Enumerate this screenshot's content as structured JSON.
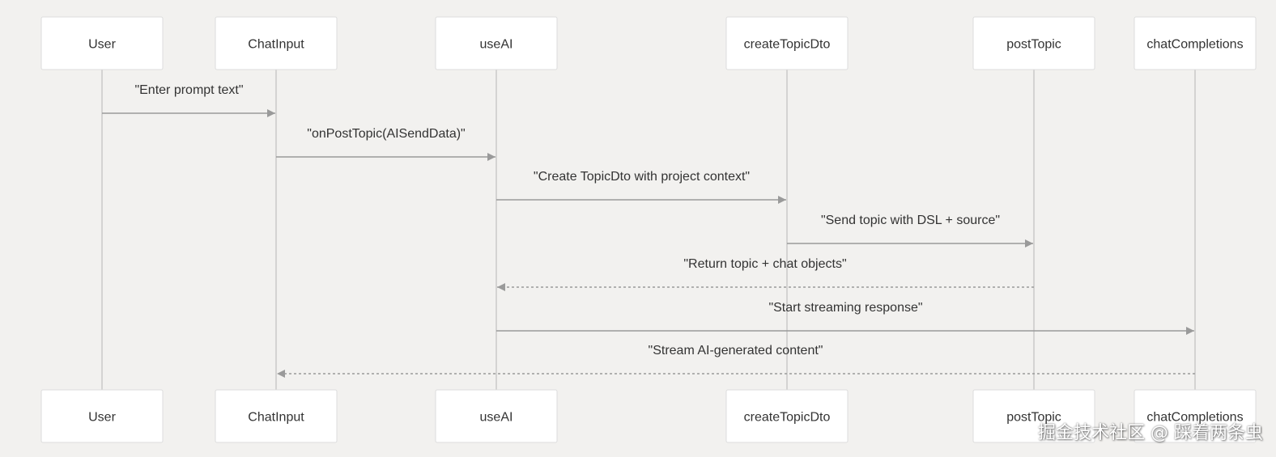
{
  "participants": [
    {
      "id": "user",
      "label": "User"
    },
    {
      "id": "chatInput",
      "label": "ChatInput"
    },
    {
      "id": "useAI",
      "label": "useAI"
    },
    {
      "id": "createTopicDto",
      "label": "createTopicDto"
    },
    {
      "id": "postTopic",
      "label": "postTopic"
    },
    {
      "id": "chatCompletions",
      "label": "chatCompletions"
    }
  ],
  "messages": [
    {
      "from": "user",
      "to": "chatInput",
      "label": "\"Enter prompt text\"",
      "style": "solid"
    },
    {
      "from": "chatInput",
      "to": "useAI",
      "label": "\"onPostTopic(AISendData)\"",
      "style": "solid"
    },
    {
      "from": "useAI",
      "to": "createTopicDto",
      "label": "\"Create TopicDto with project context\"",
      "style": "solid"
    },
    {
      "from": "createTopicDto",
      "to": "postTopic",
      "label": "\"Send topic with DSL + source\"",
      "style": "solid"
    },
    {
      "from": "postTopic",
      "to": "useAI",
      "label": "\"Return topic + chat objects\"",
      "style": "dashed"
    },
    {
      "from": "useAI",
      "to": "chatCompletions",
      "label": "\"Start streaming response\"",
      "style": "solid"
    },
    {
      "from": "chatCompletions",
      "to": "chatInput",
      "label": "\"Stream AI-generated content\"",
      "style": "dashed"
    }
  ],
  "watermark": "掘金技术社区 @ 踩着两条虫",
  "colors": {
    "background": "#f2f1ef",
    "box_fill": "#ffffff",
    "box_border": "#dcdcdc",
    "lifeline": "#c9c9c9",
    "arrow": "#9a9a9a",
    "text": "#333333"
  }
}
